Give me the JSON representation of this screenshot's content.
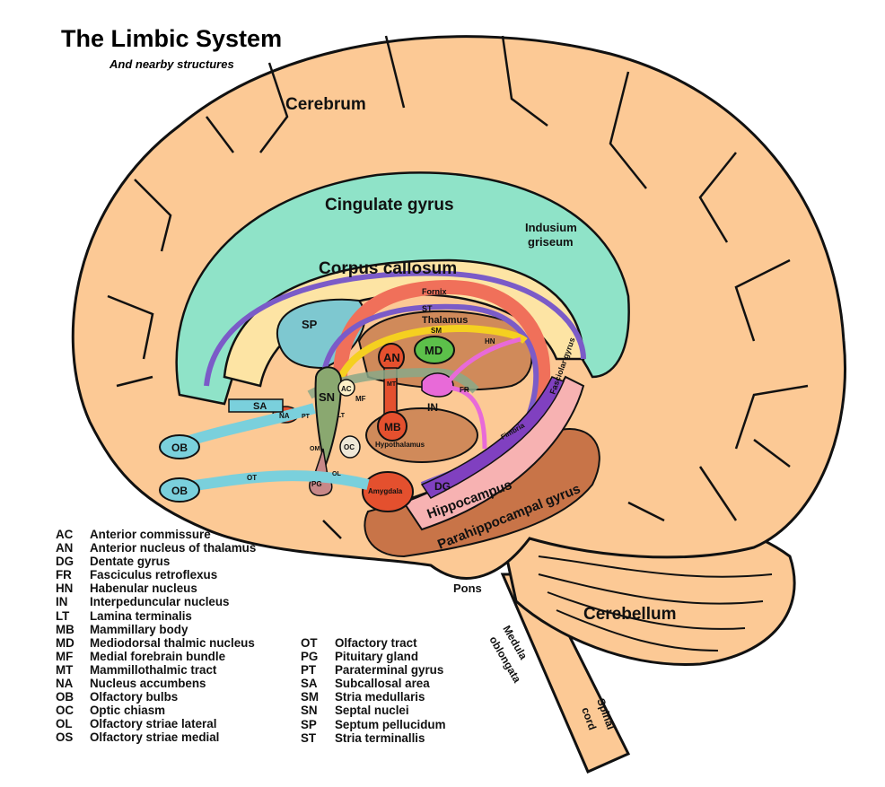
{
  "title": "The Limbic System",
  "subtitle": "And nearby structures",
  "colors": {
    "cerebrum": "#fcc995",
    "cingulate": "#8fe3c8",
    "corpus_callosum": "#fde4a4",
    "outline": "#111111",
    "fornix": "#f0705a",
    "stria_terminalis": "#7b5bc8",
    "thalamus": "#d08a5a",
    "stria_medullaris": "#f5d020",
    "md": "#5cc04a",
    "an": "#e4502e",
    "septum": "#7ec8d0",
    "interpeduncular": "#e86ad8",
    "hippocampus": "#f7b2b2",
    "parahippocampal": "#c87448",
    "dentate": "#8040c0",
    "olfactory": "#7ad0dc"
  },
  "labels": {
    "cerebrum": "Cerebrum",
    "cingulate": "Cingulate gyrus",
    "indusium": [
      "Indusium",
      "griseum"
    ],
    "corpus_callosum": "Corpus callosum",
    "fornix": "Fornix",
    "st": "ST",
    "thalamus": "Thalamus",
    "sm": "SM",
    "hn": "HN",
    "sp": "SP",
    "an": "AN",
    "md": "MD",
    "mt": "MT",
    "ac": "AC",
    "sn": "SN",
    "mf": "MF",
    "fr": "FR",
    "in": "IN",
    "sa": "SA",
    "na": "NA",
    "pt": "PT",
    "lt": "LT",
    "mb": "MB",
    "hypothalamus": "Hypothalamus",
    "oc": "OC",
    "om": "OM",
    "ol": "OL",
    "ot": "OT",
    "pg": "PG",
    "ob1": "OB",
    "ob2": "OB",
    "amygdala": "Amygdala",
    "dg": "DG",
    "hippocampus": "Hippocampus",
    "fimbria": "Fimbria",
    "fasciolar": "Fasciolar gyrus",
    "parahippocampal": "Parahippocampal gyrus",
    "pons": "Pons",
    "medulla": [
      "Medula",
      "oblongata"
    ],
    "cerebellum": "Cerebellum",
    "spinal": [
      "Spinal",
      "cord"
    ]
  },
  "legend_left": [
    {
      "abbr": "AC",
      "name": "Anterior commissure"
    },
    {
      "abbr": "AN",
      "name": "Anterior nucleus of thalamus"
    },
    {
      "abbr": "DG",
      "name": "Dentate gyrus"
    },
    {
      "abbr": "FR",
      "name": "Fasciculus retroflexus"
    },
    {
      "abbr": "HN",
      "name": "Habenular nucleus"
    },
    {
      "abbr": "IN",
      "name": "Interpeduncular nucleus"
    },
    {
      "abbr": "LT",
      "name": "Lamina terminalis"
    },
    {
      "abbr": "MB",
      "name": "Mammillary body"
    },
    {
      "abbr": "MD",
      "name": "Mediodorsal thalmic nucleus"
    },
    {
      "abbr": "MF",
      "name": "Medial forebrain bundle"
    },
    {
      "abbr": "MT",
      "name": "Mammillothalmic tract"
    },
    {
      "abbr": "NA",
      "name": "Nucleus accumbens"
    },
    {
      "abbr": "OB",
      "name": "Olfactory bulbs"
    },
    {
      "abbr": "OC",
      "name": "Optic chiasm"
    },
    {
      "abbr": "OL",
      "name": "Olfactory striae lateral"
    },
    {
      "abbr": "OS",
      "name": "Olfactory striae medial"
    }
  ],
  "legend_right": [
    {
      "abbr": "OT",
      "name": "Olfactory tract"
    },
    {
      "abbr": "PG",
      "name": "Pituitary gland"
    },
    {
      "abbr": "PT",
      "name": "Paraterminal gyrus"
    },
    {
      "abbr": "SA",
      "name": "Subcallosal area"
    },
    {
      "abbr": "SM",
      "name": "Stria medullaris"
    },
    {
      "abbr": "SN",
      "name": "Septal nuclei"
    },
    {
      "abbr": "SP",
      "name": "Septum pellucidum"
    },
    {
      "abbr": "ST",
      "name": "Stria terminallis"
    }
  ]
}
